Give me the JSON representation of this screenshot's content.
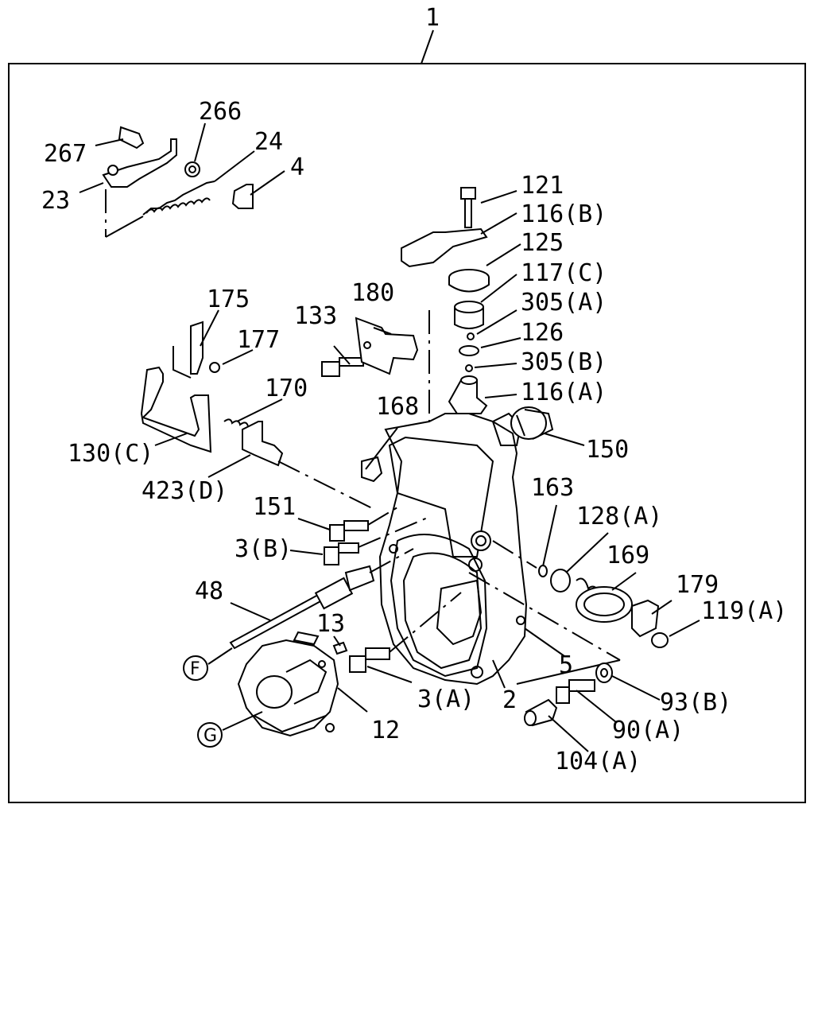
{
  "title_callout": "1",
  "labels": {
    "l267": "267",
    "l266": "266",
    "l24": "24",
    "l23": "23",
    "l4": "4",
    "l121": "121",
    "l116b": "116(B)",
    "l125": "125",
    "l117c": "117(C)",
    "l305a": "305(A)",
    "l126": "126",
    "l305b": "305(B)",
    "l116a": "116(A)",
    "l175": "175",
    "l177": "177",
    "l133": "133",
    "l180": "180",
    "l170": "170",
    "l168": "168",
    "l150": "150",
    "l130c": "130(C)",
    "l423d": "423(D)",
    "l163": "163",
    "l151": "151",
    "l128a": "128(A)",
    "l169": "169",
    "l3b": "3(B)",
    "l179": "179",
    "l119a": "119(A)",
    "l48": "48",
    "l13": "13",
    "l5": "5",
    "l3a": "3(A)",
    "l2": "2",
    "l93b": "93(B)",
    "l12": "12",
    "l90a": "90(A)",
    "l104a": "104(A)"
  },
  "circled": {
    "f": "F",
    "g": "G"
  }
}
